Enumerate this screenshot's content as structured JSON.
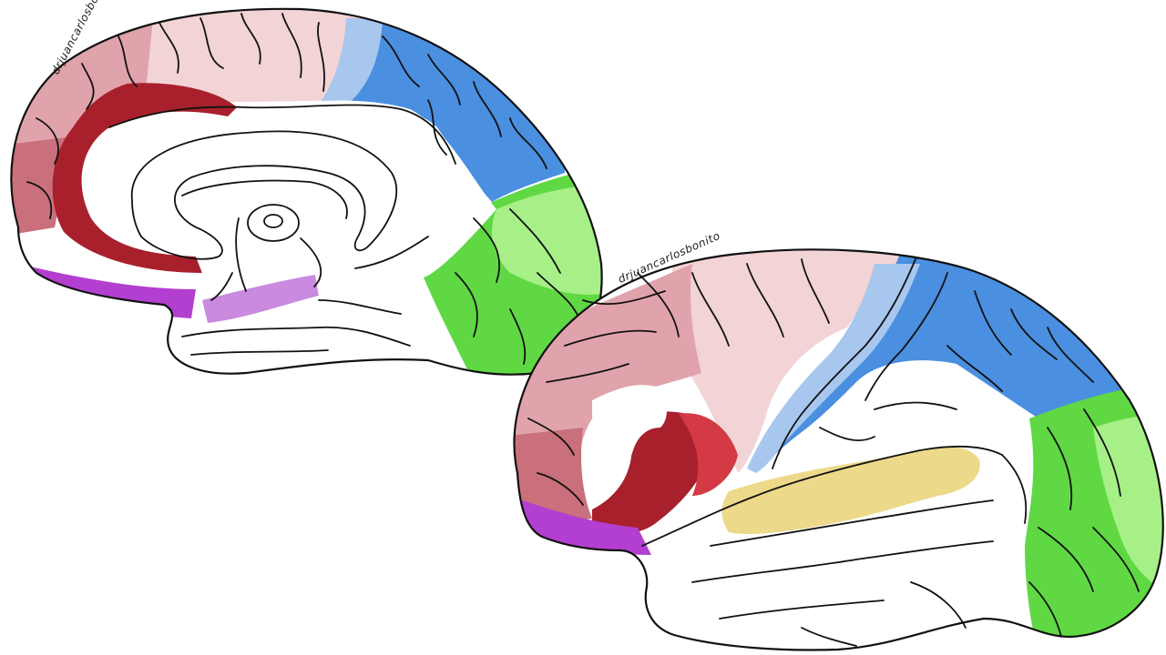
{
  "image": {
    "content": "illustration of two brain hemispheres (medial and lateral views) with color-coded cortical regions"
  },
  "signatures": {
    "medial_view": "drjuancarlosbonito",
    "lateral_view": "drjuancarlosbonito"
  },
  "watermark": {
    "text": ""
  },
  "region_colors": {
    "light_pink": "#f2d3d6",
    "rose": "#e0a3ab",
    "dark_rose": "#c9707c",
    "dark_red": "#a8202c",
    "red": "#d33a45",
    "magenta": "#b33fd0",
    "lavender": "#c98ae0",
    "blue": "#4a8fe0",
    "light_blue": "#a7c7ee",
    "green": "#5fd844",
    "light_green": "#a6f087",
    "yellow": "#ecd98a",
    "outline": "#111111",
    "background": "#ffffff"
  }
}
